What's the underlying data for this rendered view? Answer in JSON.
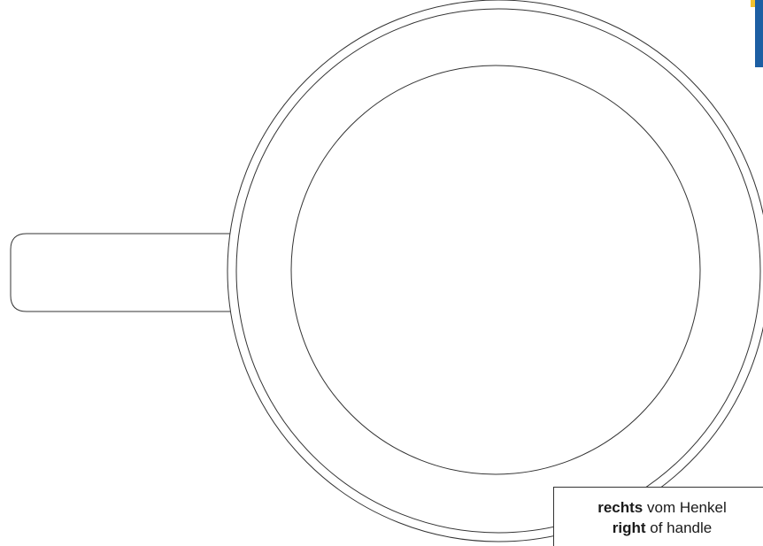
{
  "label": {
    "de_bold": "rechts",
    "de_rest": " vom Henkel",
    "en_bold": "right",
    "en_rest": " of handle"
  },
  "colors": {
    "outline": "#333333",
    "corner_blue": "#1d5fa3",
    "corner_yellow": "#f2c230"
  }
}
